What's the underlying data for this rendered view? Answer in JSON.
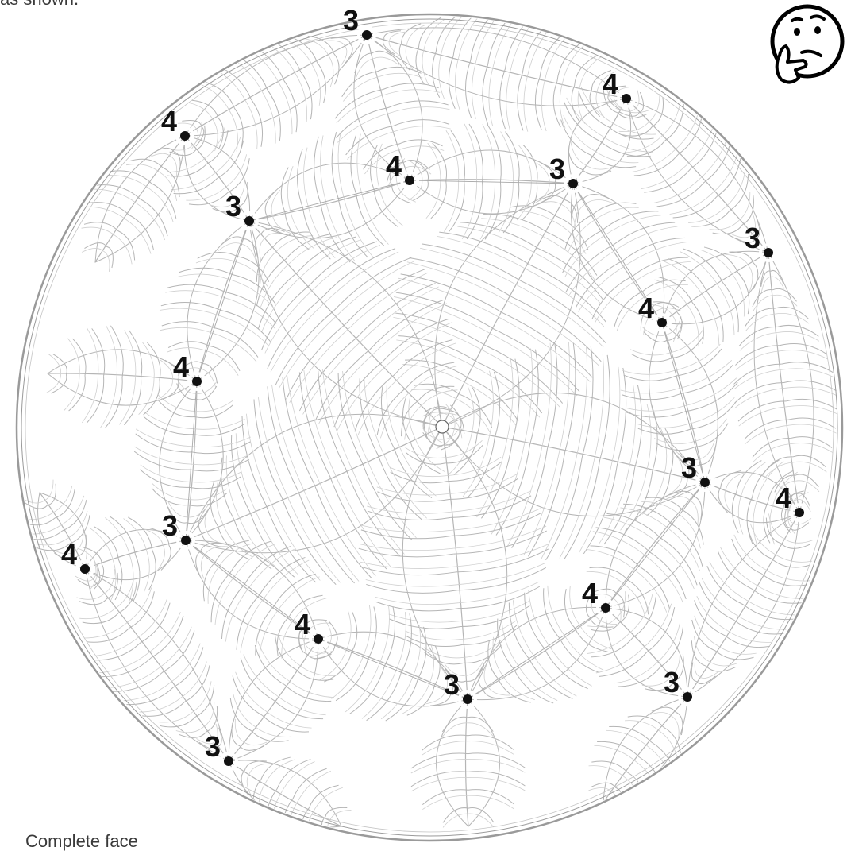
{
  "captions": {
    "top": "as shown.",
    "bottom": "Complete face"
  },
  "emoji": {
    "icon": "thinking-face-icon"
  },
  "sphere": {
    "stroke_color": "#9a9a9a",
    "leaf_color": "#b5b5b5"
  },
  "vertices": [
    {
      "label": "3",
      "valence": 3
    },
    {
      "label": "4",
      "valence": 4
    },
    {
      "label": "4",
      "valence": 4
    },
    {
      "label": "4",
      "valence": 4
    },
    {
      "label": "3",
      "valence": 3
    },
    {
      "label": "3",
      "valence": 3
    },
    {
      "label": "3",
      "valence": 3
    },
    {
      "label": "4",
      "valence": 4
    },
    {
      "label": "4",
      "valence": 4
    },
    {
      "label": "3",
      "valence": 3
    },
    {
      "label": "4",
      "valence": 4
    },
    {
      "label": "3",
      "valence": 3
    },
    {
      "label": "4",
      "valence": 4
    },
    {
      "label": "4",
      "valence": 4
    },
    {
      "label": "4",
      "valence": 4
    },
    {
      "label": "3",
      "valence": 3
    },
    {
      "label": "3",
      "valence": 3
    },
    {
      "label": "3",
      "valence": 3
    }
  ]
}
